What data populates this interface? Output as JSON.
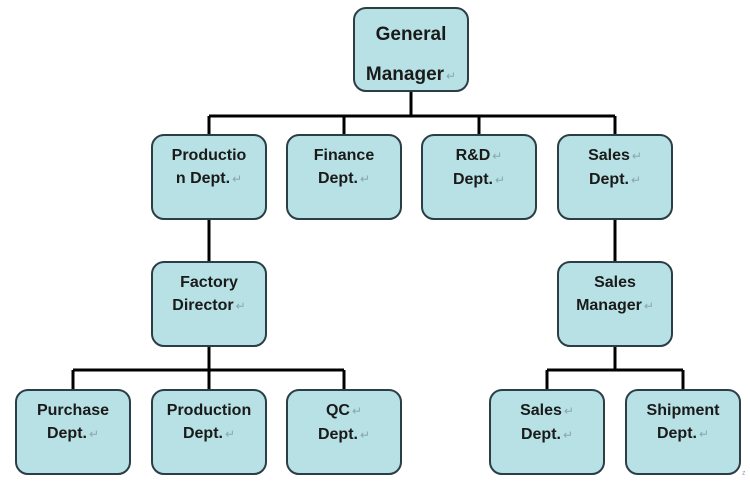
{
  "nodes": [
    {
      "key": "general-manager",
      "lines": [
        "General",
        "Manager"
      ]
    },
    {
      "key": "production-dept",
      "lines": [
        "Productio",
        "n Dept."
      ]
    },
    {
      "key": "finance-dept",
      "lines": [
        "Finance",
        "Dept."
      ]
    },
    {
      "key": "rnd-dept",
      "lines": [
        "R&D",
        "Dept."
      ]
    },
    {
      "key": "sales-dept",
      "lines": [
        "Sales",
        "Dept."
      ]
    },
    {
      "key": "factory-director",
      "lines": [
        "Factory",
        "Director"
      ]
    },
    {
      "key": "sales-manager",
      "lines": [
        "Sales",
        "Manager"
      ]
    },
    {
      "key": "purchase-dept",
      "lines": [
        "Purchase",
        "Dept."
      ]
    },
    {
      "key": "production-dept-2",
      "lines": [
        "Production",
        "Dept."
      ]
    },
    {
      "key": "qc-dept",
      "lines": [
        "QC",
        "Dept."
      ]
    },
    {
      "key": "sales-dept-2",
      "lines": [
        "Sales",
        "Dept."
      ]
    },
    {
      "key": "shipment-dept",
      "lines": [
        "Shipment",
        "Dept."
      ]
    }
  ],
  "line_break_mark": "↵",
  "page_mark": "z",
  "colors": {
    "box_fill": "#b7e1e4",
    "box_border": "#2c3e45",
    "connector": "#000000"
  }
}
